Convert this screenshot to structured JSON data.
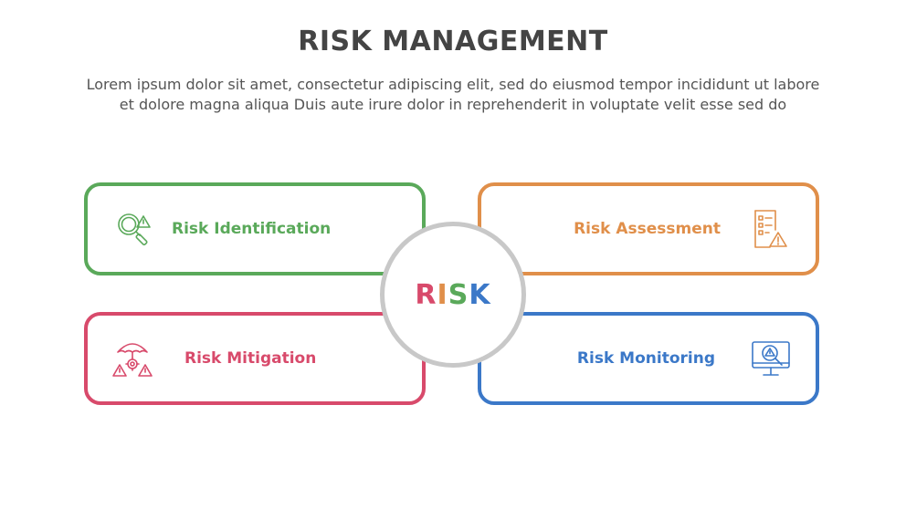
{
  "header": {
    "title": "RISK MANAGEMENT",
    "subtitle_line1": "Lorem ipsum dolor sit amet, consectetur adipiscing elit, sed do eiusmod tempor incididunt ut labore",
    "subtitle_line2": "et dolore magna aliqua Duis aute irure dolor in reprehenderit in voluptate velit esse sed do"
  },
  "center": {
    "letters": [
      "R",
      "I",
      "S",
      "K"
    ],
    "letter_colors": [
      "#d84a6b",
      "#e08f4a",
      "#5aa95a",
      "#3b78c8"
    ],
    "ring_color": "#c8c8c8"
  },
  "items": [
    {
      "label": "Risk Identification",
      "color": "#5aa95a",
      "icon": "magnifier-warning-icon"
    },
    {
      "label": "Risk Assessment",
      "color": "#e08f4a",
      "icon": "checklist-warning-icon"
    },
    {
      "label": "Risk Mitigation",
      "color": "#d84a6b",
      "icon": "umbrella-gear-warning-icon"
    },
    {
      "label": "Risk Monitoring",
      "color": "#3b78c8",
      "icon": "monitor-warning-icon"
    }
  ]
}
